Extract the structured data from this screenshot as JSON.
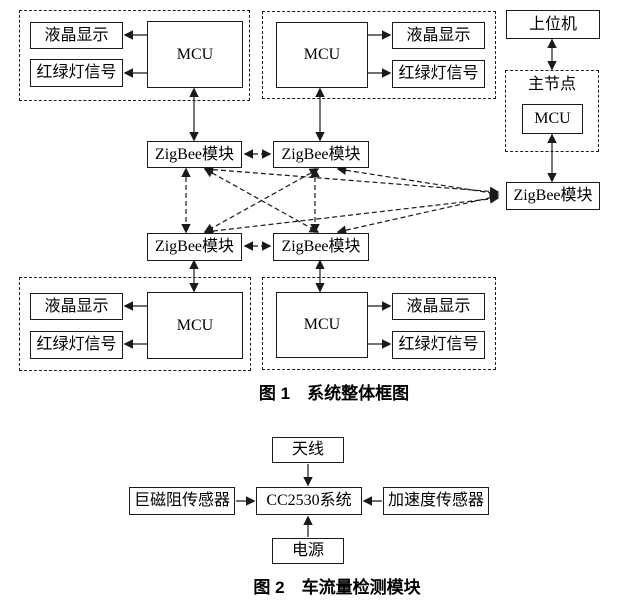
{
  "page": {
    "background_color": "#ffffff",
    "line_color": "#1a1a1a"
  },
  "fig1": {
    "caption": "图 1　系统整体框图",
    "labels": {
      "lcd": "液晶显示",
      "traffic_light": "红绿灯信号",
      "mcu": "MCU",
      "zigbee": "ZigBee模块",
      "host_pc": "上位机",
      "master_node": "主节点"
    }
  },
  "fig2": {
    "caption": "图 2　车流量检测模块",
    "labels": {
      "antenna": "天线",
      "gmr_sensor": "巨磁阻传感器",
      "cc2530_system": "CC2530系统",
      "accel_sensor": "加速度传感器",
      "power": "电源"
    }
  }
}
